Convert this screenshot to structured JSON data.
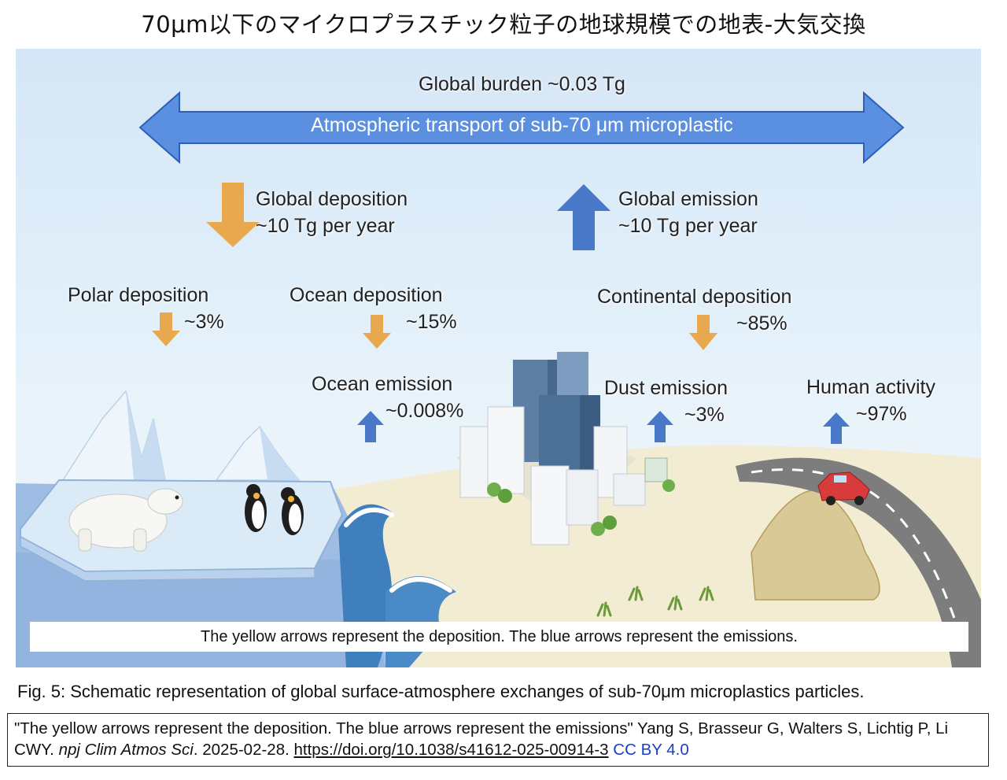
{
  "title": "70μm以下のマイクロプラスチック粒子の地球規模での地表-大気交換",
  "diagram": {
    "global_burden": "Global burden ~0.03 Tg",
    "transport": "Atmospheric transport of sub-70 μm microplastic",
    "global_deposition": {
      "label": "Global deposition",
      "value": "~10 Tg per year"
    },
    "global_emission": {
      "label": "Global emission",
      "value": "~10 Tg per year"
    },
    "polar_deposition": {
      "label": "Polar deposition",
      "value": "~3%"
    },
    "ocean_deposition": {
      "label": "Ocean deposition",
      "value": "~15%"
    },
    "continental_deposition": {
      "label": "Continental deposition",
      "value": "~85%"
    },
    "ocean_emission": {
      "label": "Ocean emission",
      "value": "~0.008%"
    },
    "dust_emission": {
      "label": "Dust emission",
      "value": "~3%"
    },
    "human_activity": {
      "label": "Human activity",
      "value": "~97%"
    },
    "note": "The yellow arrows represent the deposition. The blue arrows represent the emissions.",
    "colors": {
      "deposition_arrow": "#e8a84e",
      "emission_arrow": "#4a78c8",
      "transport_arrow": "#5b8fe0"
    }
  },
  "caption": "Fig. 5: Schematic representation of global surface-atmosphere exchanges of sub-70μm microplastics particles.",
  "credit": {
    "quote": "\"The yellow arrows represent the deposition. The blue arrows represent the emissions\" Yang S, Brasseur G, Walters S, Lichtig P, Li CWY.",
    "journal": "npj Clim Atmos Sci",
    "date": ". 2025-02-28.",
    "doi": "https://doi.org/10.1038/s41612-025-00914-3",
    "license": "CC BY 4.0"
  }
}
